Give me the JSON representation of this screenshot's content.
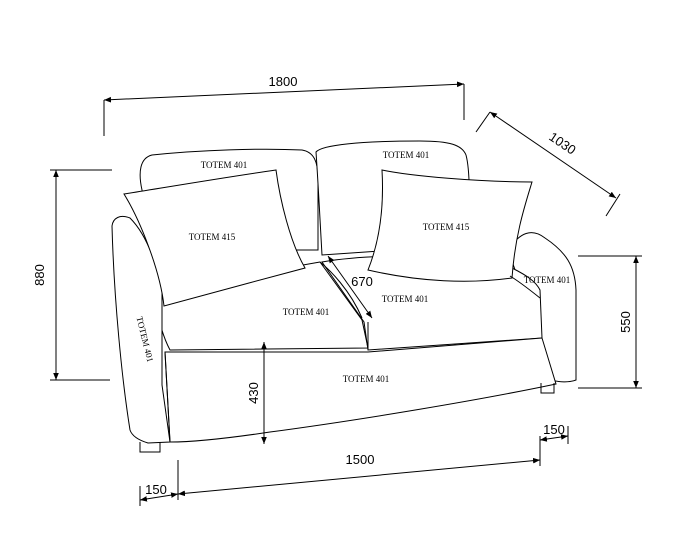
{
  "colors": {
    "line": "#000000",
    "background": "#ffffff"
  },
  "dimensions": {
    "overall_width": "1800",
    "depth": "1030",
    "height": "880",
    "seat_depth": "670",
    "arm_height": "550",
    "seat_height": "430",
    "inner_width": "1500",
    "arm_width_left": "150",
    "arm_width_right": "150"
  },
  "materials": {
    "back_left": "TOTEM 401",
    "back_right": "TOTEM 401",
    "pillow_left": "TOTEM 415",
    "pillow_right": "TOTEM 415",
    "seat_left": "TOTEM 401",
    "seat_right": "TOTEM 401",
    "arm_left": "TOTEM 401",
    "arm_right": "TOTEM 401",
    "base_front": "TOTEM 401"
  }
}
